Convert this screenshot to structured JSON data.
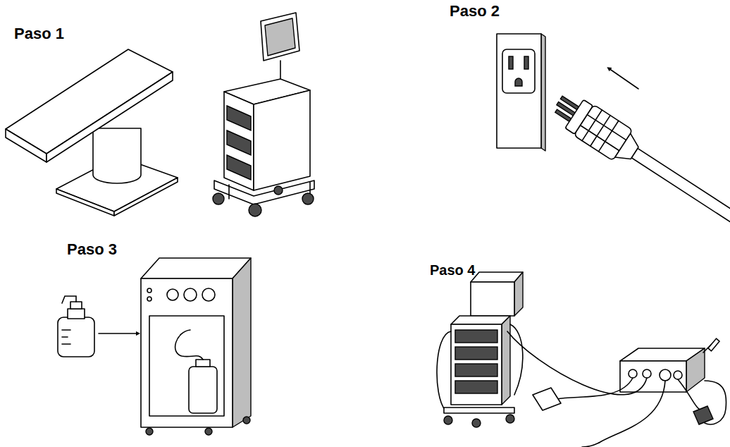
{
  "diagram": {
    "labels": [
      "Paso 1",
      "Paso 2",
      "Paso 3",
      "Paso 4"
    ]
  }
}
